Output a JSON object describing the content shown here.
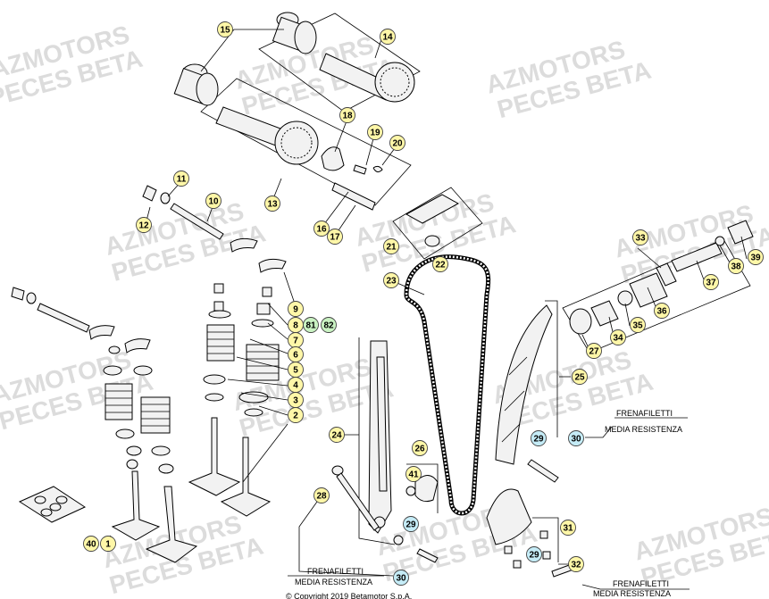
{
  "watermark": {
    "line1": "AZMOTORS",
    "line2": "PECES BETA"
  },
  "callouts": [
    {
      "num": "15",
      "kind": "yellow"
    },
    {
      "num": "14",
      "kind": "yellow"
    },
    {
      "num": "18",
      "kind": "yellow"
    },
    {
      "num": "19",
      "kind": "yellow"
    },
    {
      "num": "20",
      "kind": "yellow"
    },
    {
      "num": "13",
      "kind": "yellow"
    },
    {
      "num": "11",
      "kind": "yellow"
    },
    {
      "num": "10",
      "kind": "yellow"
    },
    {
      "num": "12",
      "kind": "yellow"
    },
    {
      "num": "16",
      "kind": "yellow"
    },
    {
      "num": "17",
      "kind": "yellow"
    },
    {
      "num": "21",
      "kind": "yellow"
    },
    {
      "num": "22",
      "kind": "yellow"
    },
    {
      "num": "33",
      "kind": "yellow"
    },
    {
      "num": "39",
      "kind": "yellow"
    },
    {
      "num": "38",
      "kind": "yellow"
    },
    {
      "num": "37",
      "kind": "yellow"
    },
    {
      "num": "36",
      "kind": "yellow"
    },
    {
      "num": "35",
      "kind": "yellow"
    },
    {
      "num": "34",
      "kind": "yellow"
    },
    {
      "num": "27",
      "kind": "yellow"
    },
    {
      "num": "23",
      "kind": "yellow"
    },
    {
      "num": "9",
      "kind": "yellow"
    },
    {
      "num": "8",
      "kind": "yellow"
    },
    {
      "num": "81",
      "kind": "green"
    },
    {
      "num": "82",
      "kind": "green"
    },
    {
      "num": "7",
      "kind": "yellow"
    },
    {
      "num": "6",
      "kind": "yellow"
    },
    {
      "num": "5",
      "kind": "yellow"
    },
    {
      "num": "4",
      "kind": "yellow"
    },
    {
      "num": "3",
      "kind": "yellow"
    },
    {
      "num": "2",
      "kind": "yellow"
    },
    {
      "num": "25",
      "kind": "yellow"
    },
    {
      "num": "24",
      "kind": "yellow"
    },
    {
      "num": "26",
      "kind": "yellow"
    },
    {
      "num": "41",
      "kind": "yellow"
    },
    {
      "num": "29",
      "kind": "blue"
    },
    {
      "num": "30",
      "kind": "blue"
    },
    {
      "num": "28",
      "kind": "yellow"
    },
    {
      "num": "29",
      "kind": "blue"
    },
    {
      "num": "31",
      "kind": "yellow"
    },
    {
      "num": "29",
      "kind": "blue"
    },
    {
      "num": "32",
      "kind": "yellow"
    },
    {
      "num": "30",
      "kind": "blue"
    },
    {
      "num": "40",
      "kind": "yellow"
    },
    {
      "num": "1",
      "kind": "yellow"
    }
  ],
  "notes": {
    "frena1_a": "FRENAFILETTI",
    "frena1_b": "MEDIA RESISTENZA",
    "frena2_a": "FRENAFILETTI",
    "frena2_b": "MEDIA RESISTENZA",
    "frena3_a": "FRENAFILETTI",
    "frena3_b": "MEDIA RESISTENZA",
    "copyright": "© Copyright 2019 Betamotor S.p.A."
  },
  "colors": {
    "yellow": "#fff7a8",
    "green": "#c9f2c2",
    "blue": "#c5ecf7",
    "ring": "#444444"
  }
}
